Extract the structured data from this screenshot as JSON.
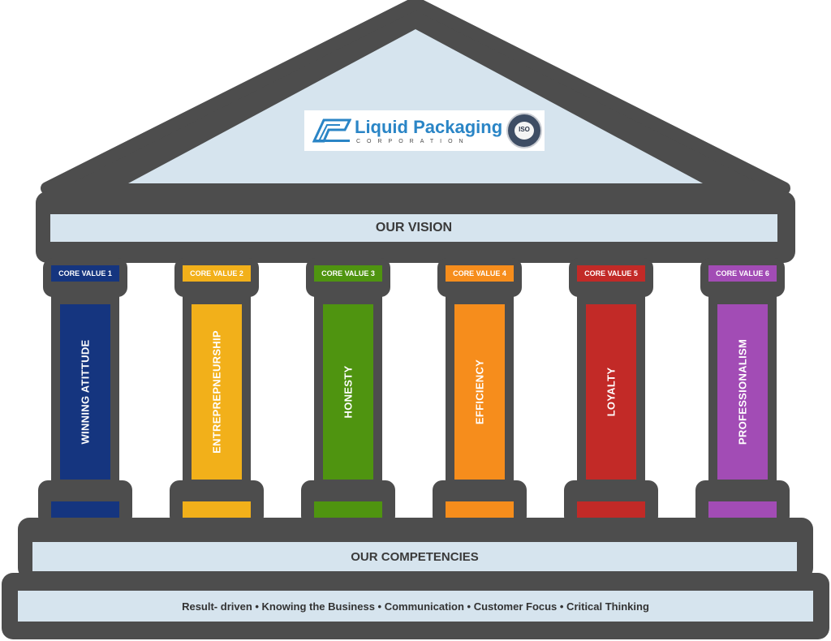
{
  "logo": {
    "name": "Liquid Packaging",
    "subtitle": "CORPORATION",
    "seal_text": "ISO"
  },
  "vision": {
    "label": "OUR VISION"
  },
  "competencies": {
    "label": "OUR COMPETENCIES",
    "items_line": "Result- driven • Knowing the Business • Communication • Customer Focus • Critical Thinking"
  },
  "core_values": [
    {
      "tag": "CORE VALUE 1",
      "value": "WINNING ATITTUDE",
      "color": "#15357f"
    },
    {
      "tag": "CORE VALUE 2",
      "value": "ENTREPREPNEURSHIP",
      "color": "#f2b01a"
    },
    {
      "tag": "CORE VALUE 3",
      "value": "HONESTY",
      "color": "#4f9410"
    },
    {
      "tag": "CORE VALUE 4",
      "value": "EFFICIENCY",
      "color": "#f68d1c"
    },
    {
      "tag": "CORE VALUE 5",
      "value": "LOYALTY",
      "color": "#c22a27"
    },
    {
      "tag": "CORE VALUE 6",
      "value": "PROFESSIONALISM",
      "color": "#a24cb5"
    }
  ],
  "colors": {
    "frame": "#4d4d4d",
    "panel": "#d6e4ee",
    "logo_blue": "#2a85c6"
  }
}
